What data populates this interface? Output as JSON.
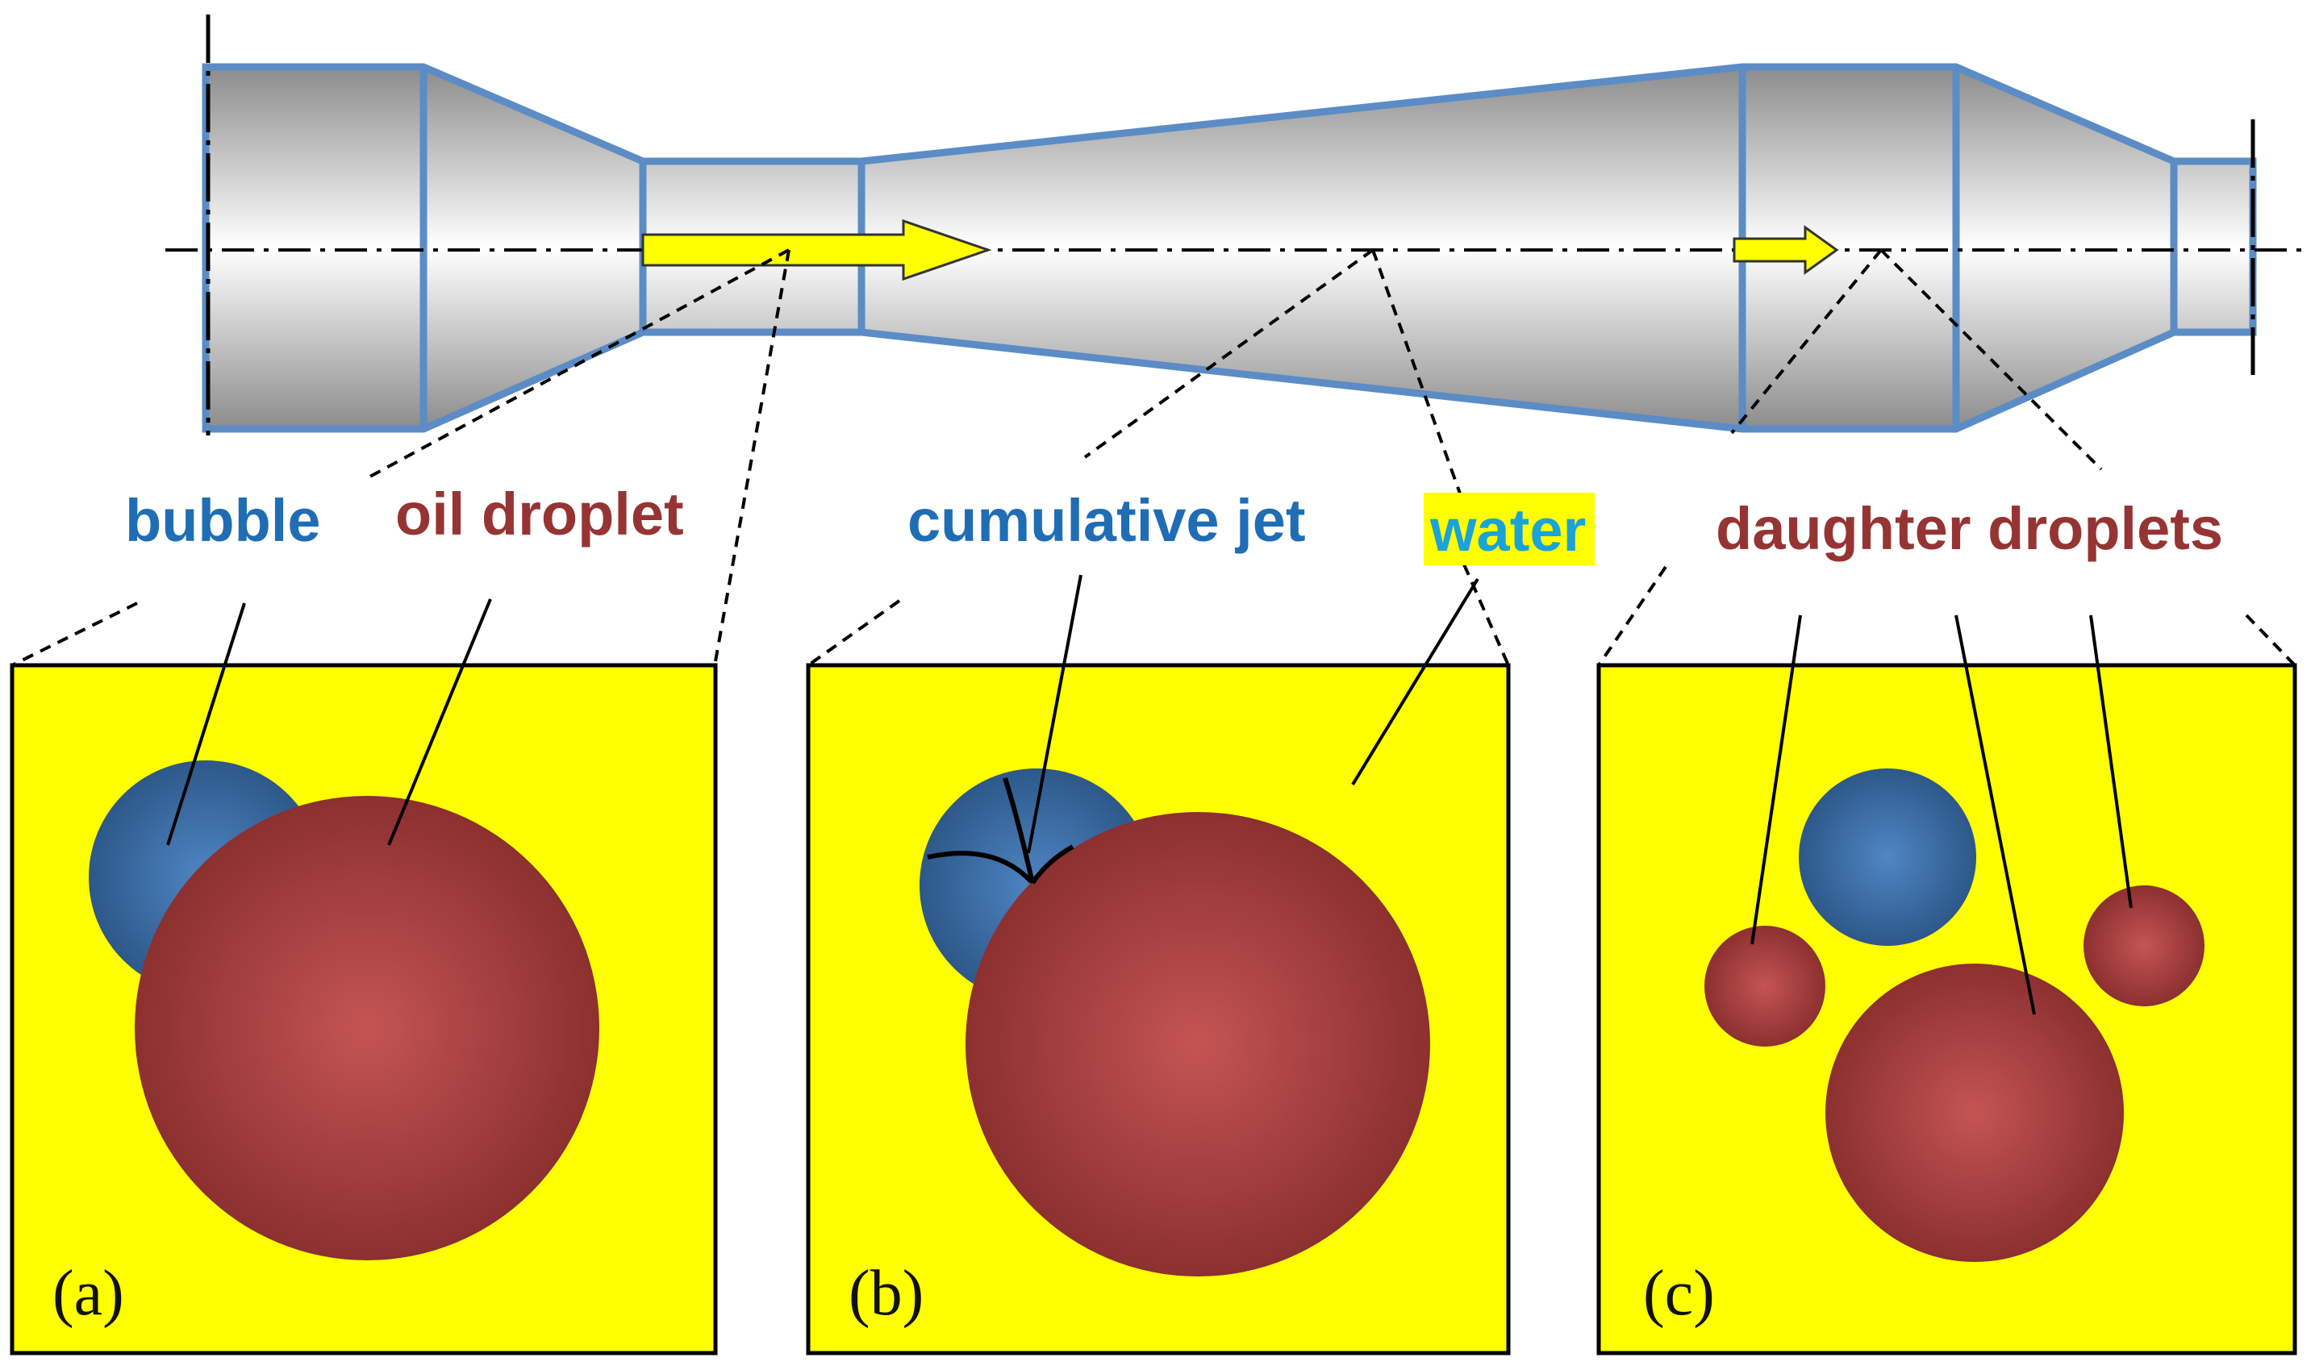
{
  "labels": {
    "bubble": "bubble",
    "oil_droplet": "oil droplet",
    "cumulative_jet": "cumulative jet",
    "water": "water",
    "daughter_droplets": "daughter droplets"
  },
  "panels": {
    "a": "(a)",
    "b": "(b)",
    "c": "(c)"
  },
  "colors": {
    "water": "#ffff00",
    "bubble": "#2e5f96",
    "oil": "#963434",
    "pipe_outline": "#5b8cc6",
    "arrow": "#ffff00",
    "label_blue": "#1f6db5",
    "label_red": "#963434",
    "label_water": "#1aa3d9"
  }
}
